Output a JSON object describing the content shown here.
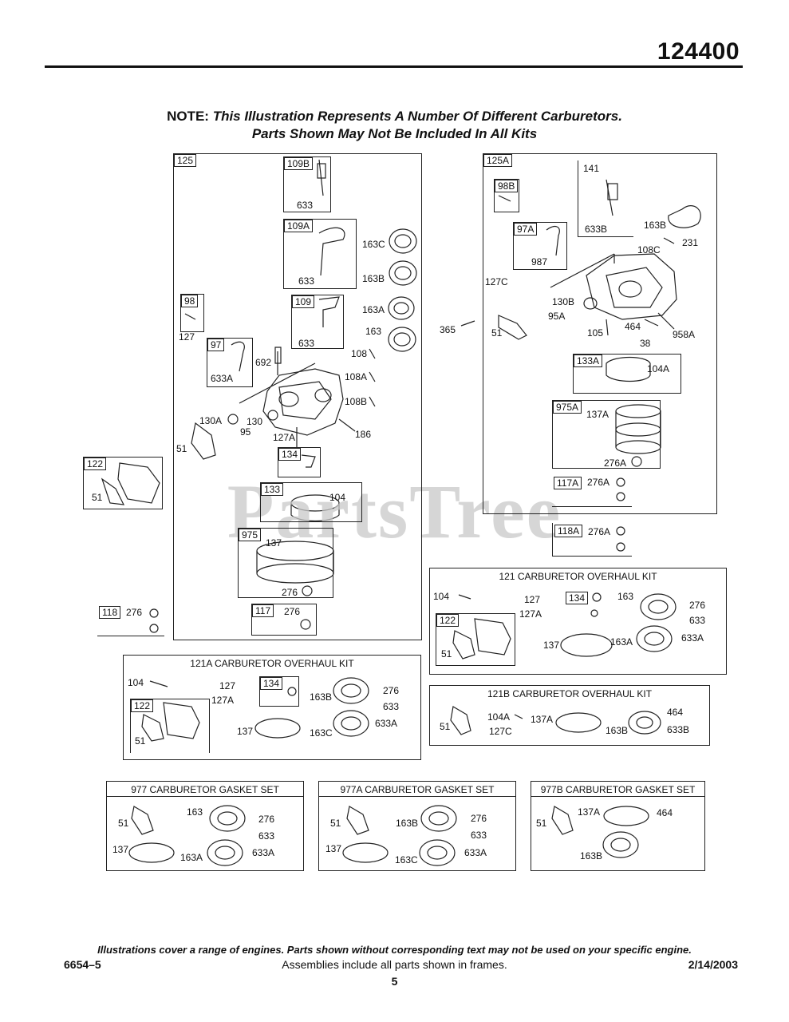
{
  "header": {
    "part_number": "124400"
  },
  "note": {
    "lead": "NOTE:",
    "line1": "This Illustration Represents A Number Of Different Carburetors.",
    "line2": "Parts Shown May Not Be Included In All Kits"
  },
  "watermark": "PartsTree",
  "left_assembly": {
    "frame": "125",
    "box_109b": {
      "tag": "109B",
      "part": "633"
    },
    "box_109a": {
      "tag": "109A",
      "part": "633"
    },
    "box_98": {
      "tag": "98",
      "part": "127"
    },
    "box_109": {
      "tag": "109",
      "part": "633"
    },
    "box_97": {
      "tag": "97",
      "part": "633A"
    },
    "box_134": {
      "tag": "134"
    },
    "box_133": {
      "tag": "133",
      "part": "104"
    },
    "box_975": {
      "tag": "975",
      "part1": "137",
      "part2": "276"
    },
    "box_117": {
      "tag": "117",
      "part": "276"
    },
    "box_122": {
      "tag": "122",
      "part": "51"
    },
    "box_118": {
      "tag": "118",
      "part": "276"
    },
    "labels": {
      "p163c": "163C",
      "p163b": "163B",
      "p163a": "163A",
      "p163": "163",
      "p108": "108",
      "p108a": "108A",
      "p108b": "108B",
      "p692": "692",
      "p130a": "130A",
      "p130": "130",
      "p95": "95",
      "p127a": "127A",
      "p186": "186",
      "p51": "51"
    }
  },
  "right_assembly": {
    "frame": "125A",
    "box_98b": {
      "tag": "98B"
    },
    "box_141": {
      "tag": "141",
      "part": "633B"
    },
    "box_97a": {
      "tag": "97A",
      "part": "987"
    },
    "box_133a": {
      "tag": "133A",
      "part": "104A"
    },
    "box_975a": {
      "tag": "975A",
      "part1": "137A",
      "part2": "276A"
    },
    "box_117a": {
      "tag": "117A",
      "part": "276A"
    },
    "box_118a": {
      "tag": "118A",
      "part": "276A"
    },
    "labels": {
      "p163b": "163B",
      "p108c": "108C",
      "p231": "231",
      "p127c": "127C",
      "p130b": "130B",
      "p95a": "95A",
      "p105": "105",
      "p464": "464",
      "p958a": "958A",
      "p38": "38",
      "p365": "365",
      "p51": "51"
    }
  },
  "kit_121": {
    "title": "121 CARBURETOR OVERHAUL KIT",
    "p104": "104",
    "p127": "127",
    "p127a": "127A",
    "box134": "134",
    "p163": "163",
    "p276": "276",
    "p633": "633",
    "p633a": "633A",
    "box122": "122",
    "p51": "51",
    "p137": "137",
    "p163a": "163A"
  },
  "kit_121a": {
    "title": "121A CARBURETOR OVERHAUL KIT",
    "p104": "104",
    "p127": "127",
    "p127a": "127A",
    "box134": "134",
    "p163b": "163B",
    "p276": "276",
    "p633": "633",
    "p633a": "633A",
    "box122": "122",
    "p51": "51",
    "p137": "137",
    "p163c": "163C"
  },
  "kit_121b": {
    "title": "121B CARBURETOR OVERHAUL KIT",
    "p51": "51",
    "p104a": "104A",
    "p127c": "127C",
    "p137a": "137A",
    "p163b": "163B",
    "p464": "464",
    "p633b": "633B"
  },
  "kit_977": {
    "title": "977 CARBURETOR GASKET SET",
    "p51": "51",
    "p163": "163",
    "p276": "276",
    "p633": "633",
    "p137": "137",
    "p163a": "163A",
    "p633a": "633A"
  },
  "kit_977a": {
    "title": "977A CARBURETOR GASKET SET",
    "p51": "51",
    "p163b": "163B",
    "p276": "276",
    "p633": "633",
    "p137": "137",
    "p163c": "163C",
    "p633a": "633A"
  },
  "kit_977b": {
    "title": "977B CARBURETOR GASKET SET",
    "p51": "51",
    "p137a": "137A",
    "p464": "464",
    "p163b": "163B"
  },
  "footer": {
    "disclaimer": "Illustrations cover a range of engines. Parts shown without corresponding text may not be used on your specific engine.",
    "doc_code": "6654–5",
    "assemblies_note": "Assemblies include all parts shown in frames.",
    "date": "2/14/2003",
    "page": "5"
  }
}
